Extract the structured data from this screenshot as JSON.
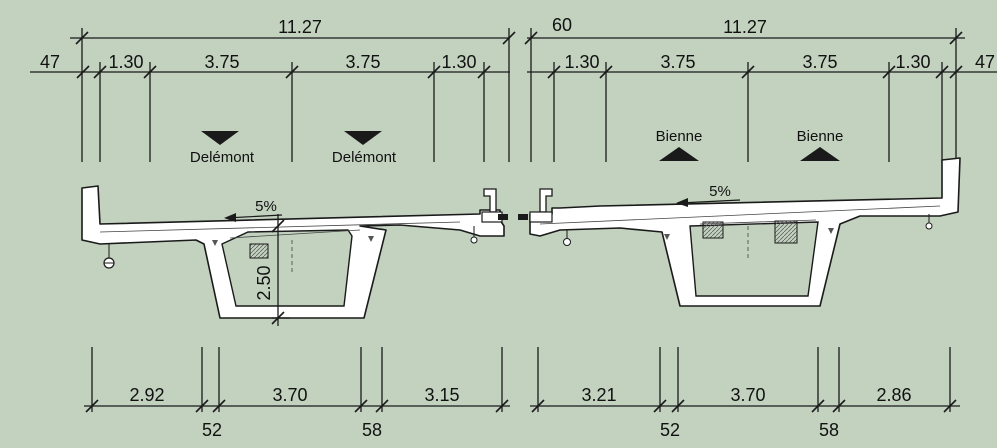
{
  "colors": {
    "background": "#c2d2bf",
    "line": "#1a1a1a",
    "concrete": "#ffffff",
    "arrow": "#1a1a1a"
  },
  "top_dims": {
    "overall_left": "11.27",
    "joint": "60",
    "overall_right": "11.27",
    "left": [
      "47",
      "1.30",
      "3.75",
      "3.75",
      "1.30"
    ],
    "right": [
      "1.30",
      "3.75",
      "3.75",
      "1.30",
      "47"
    ]
  },
  "lanes": {
    "left": [
      {
        "label": "Delémont",
        "icon": "down-triangle-icon"
      },
      {
        "label": "Delémont",
        "icon": "down-triangle-icon"
      }
    ],
    "right": [
      {
        "label": "Bienne",
        "icon": "up-triangle-icon"
      },
      {
        "label": "Bienne",
        "icon": "up-triangle-icon"
      }
    ]
  },
  "section": {
    "slope_left": "5%",
    "slope_right": "5%",
    "girder_depth": "2.50"
  },
  "bottom_dims": {
    "main": [
      "2.92",
      "3.70",
      "3.15",
      "3.21",
      "3.70",
      "2.86"
    ],
    "webs": [
      "52",
      "58",
      "52",
      "58"
    ]
  }
}
